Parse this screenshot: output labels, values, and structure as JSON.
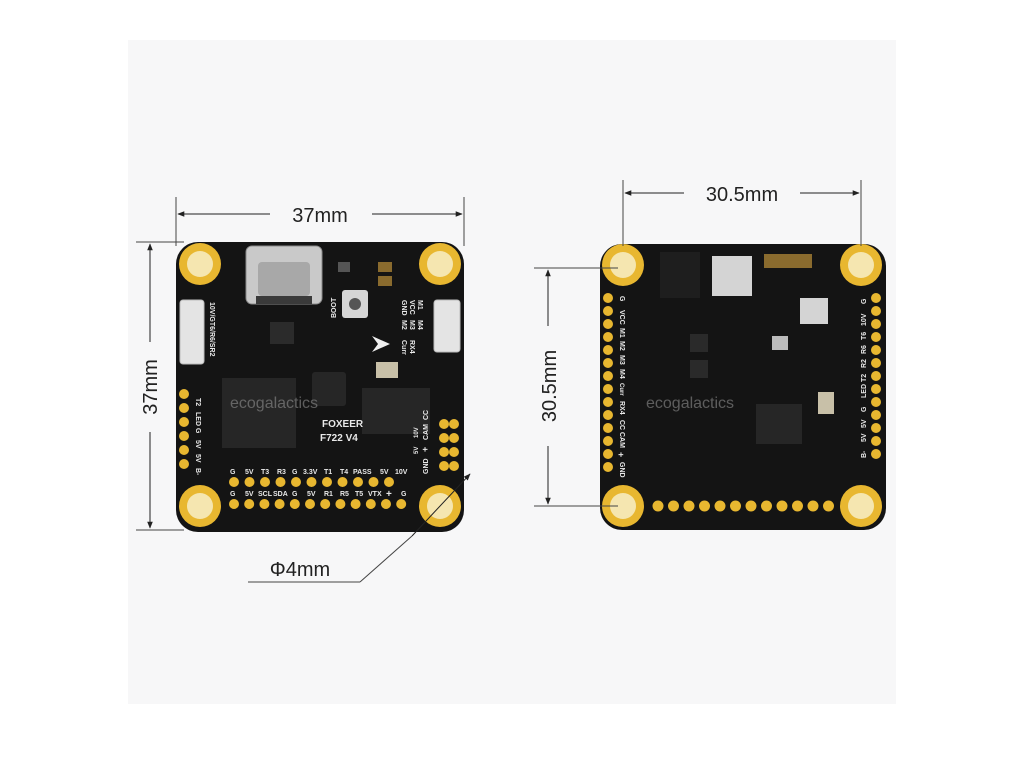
{
  "dimensions": {
    "front_width": "37mm",
    "front_height": "37mm",
    "back_width": "30.5mm",
    "back_height": "30.5mm",
    "hole_diameter": "Φ4mm"
  },
  "watermark": "ecogalactics",
  "front": {
    "brand": "FOXEER",
    "model": "F722 V4",
    "boot_label": "BOOT",
    "top_row_labels": [
      "G",
      "5V",
      "T3",
      "R3",
      "G",
      "3.3V",
      "T1",
      "T4",
      "PASS",
      "5V",
      "10V"
    ],
    "bottom_row_labels": [
      "G",
      "5V",
      "SCL",
      "SDA",
      "G",
      "5V",
      "R1",
      "R5",
      "T5",
      "VTX",
      "+",
      "G"
    ],
    "left_col_labels": [
      "T2",
      "LED",
      "G",
      "5V",
      "5V",
      "B-"
    ],
    "esc_labels": [
      "GND",
      "VCC",
      "M1",
      "M2",
      "M3",
      "M4",
      "Curr",
      "RX4"
    ],
    "right_small_labels": [
      "CC",
      "CAM",
      "+",
      "GND"
    ],
    "right_small_labels_2": [
      "10V",
      "5V"
    ],
    "connector_label": "10V/GT6/R6/SR2"
  },
  "back": {
    "left_col_labels": [
      "G",
      "VCC",
      "M1",
      "M2",
      "M3",
      "M4",
      "Curr",
      "RX4",
      "CC",
      "CAM",
      "+",
      "GND"
    ],
    "right_col_labels": [
      "G",
      "10V",
      "T6",
      "R6",
      "R2",
      "T2",
      "LED",
      "G",
      "5V",
      "5V",
      "B-"
    ]
  },
  "colors": {
    "board": "#141414",
    "pad_gold": "#e8b730",
    "silkscreen": "#e9e9e9",
    "background": "#f7f7f8"
  }
}
